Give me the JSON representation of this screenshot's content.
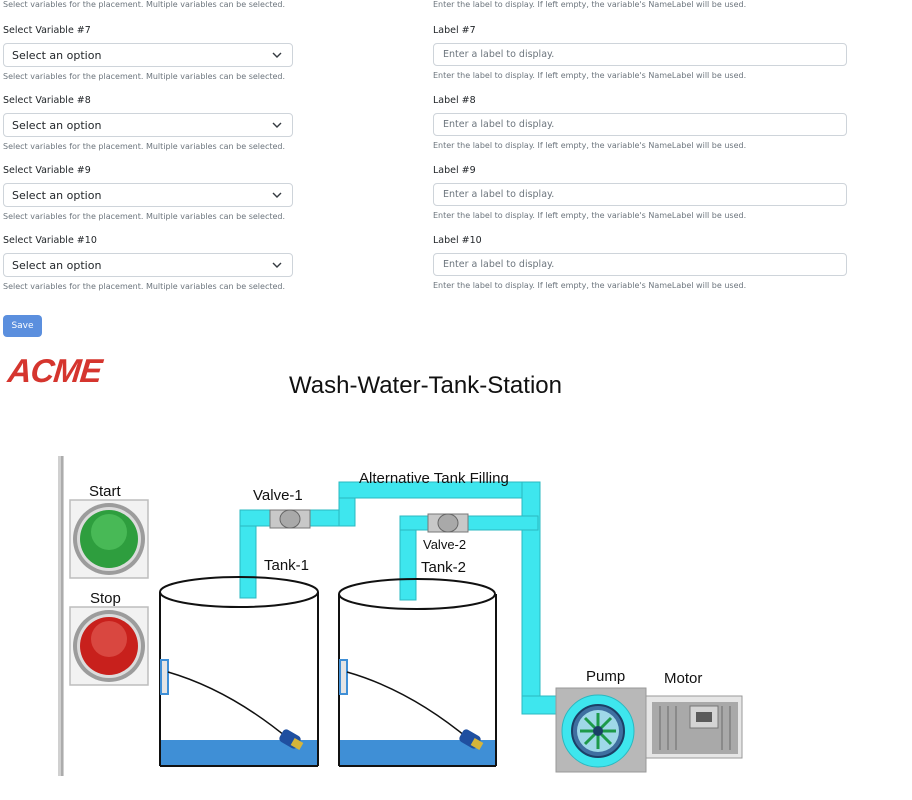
{
  "form": {
    "top_help_left": "Select variables for the placement. Multiple variables can be selected.",
    "top_help_right": "Enter the label to display. If left empty, the variable's NameLabel will be used.",
    "rows": [
      {
        "select_label": "Select Variable #7",
        "select_value": "Select an option",
        "select_help": "Select variables for the placement. Multiple variables can be selected.",
        "label_label": "Label #7",
        "label_placeholder": "Enter a label to display.",
        "label_help": "Enter the label to display. If left empty, the variable's NameLabel will be used."
      },
      {
        "select_label": "Select Variable #8",
        "select_value": "Select an option",
        "select_help": "Select variables for the placement. Multiple variables can be selected.",
        "label_label": "Label #8",
        "label_placeholder": "Enter a label to display.",
        "label_help": "Enter the label to display. If left empty, the variable's NameLabel will be used."
      },
      {
        "select_label": "Select Variable #9",
        "select_value": "Select an option",
        "select_help": "Select variables for the placement. Multiple variables can be selected.",
        "label_label": "Label #9",
        "label_placeholder": "Enter a label to display.",
        "label_help": "Enter the label to display. If left empty, the variable's NameLabel will be used."
      },
      {
        "select_label": "Select Variable #10",
        "select_value": "Select an option",
        "select_help": "Select variables for the placement. Multiple variables can be selected.",
        "label_label": "Label #10",
        "label_placeholder": "Enter a label to display.",
        "label_help": "Enter the label to display. If left empty, the variable's NameLabel will be used."
      }
    ],
    "save_label": "Save"
  },
  "branding": {
    "logo_text": "ACME"
  },
  "station": {
    "title": "Wash-Water-Tank-Station",
    "start_label": "Start",
    "stop_label": "Stop",
    "valve1_label": "Valve-1",
    "valve2_label": "Valve-2",
    "alt_filling_label": "Alternative Tank Filling",
    "tank1_label": "Tank-1",
    "tank2_label": "Tank-2",
    "pump_label": "Pump",
    "motor_label": "Motor"
  },
  "colors": {
    "accent": "#5b8fde",
    "logo": "#d5352e",
    "pipe": "#3ee6ee",
    "water": "#3f8fd6",
    "start_button": "#2e9e3e",
    "stop_button": "#c8201c"
  }
}
